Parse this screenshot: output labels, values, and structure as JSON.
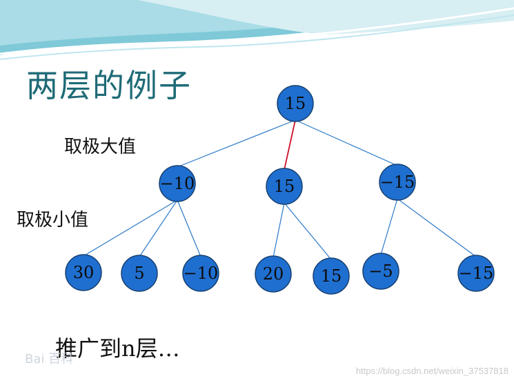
{
  "title": "两层的例子",
  "labels": {
    "max_level": "取极大值",
    "min_level": "取极小值"
  },
  "footer": "推广到n层…",
  "watermarks": {
    "left": "Bai 百科",
    "right": "https://blog.csdn.net/weixin_37537818"
  },
  "colors": {
    "node_fill": "#1f6fd0",
    "edge": "#2a78c8",
    "selected_edge": "#d0102a",
    "title": "#1f6b77"
  },
  "tree": {
    "root": {
      "value": "15"
    },
    "level1": [
      {
        "value": "−10"
      },
      {
        "value": "15"
      },
      {
        "value": "−15"
      }
    ],
    "leaves": [
      {
        "parent": 0,
        "value": "30"
      },
      {
        "parent": 0,
        "value": "5"
      },
      {
        "parent": 0,
        "value": "−10"
      },
      {
        "parent": 1,
        "value": "20"
      },
      {
        "parent": 1,
        "value": "15"
      },
      {
        "parent": 2,
        "value": "−5"
      },
      {
        "parent": 2,
        "value": "−15"
      }
    ],
    "selected_child": 1
  }
}
